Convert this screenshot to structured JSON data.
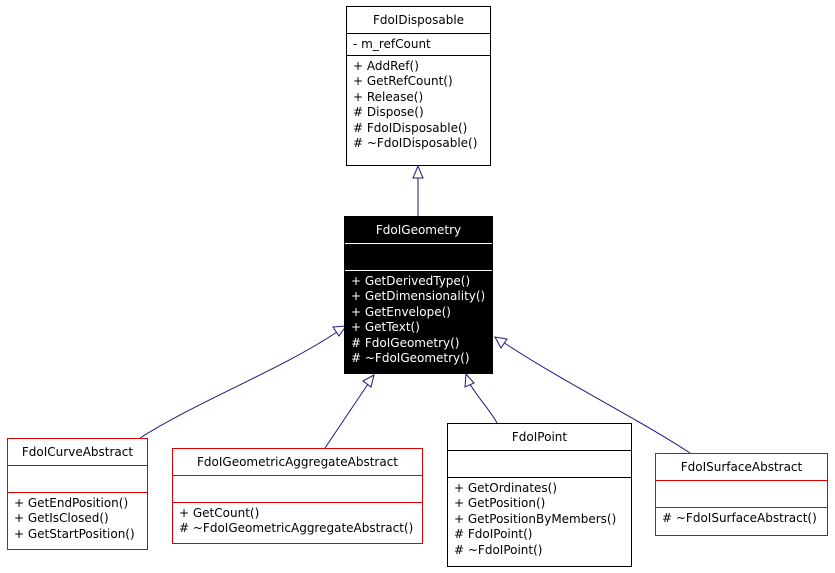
{
  "classes": {
    "disposable": {
      "name": "FdoIDisposable",
      "attributes": [
        "- m_refCount"
      ],
      "operations": [
        "+ AddRef()",
        "+ GetRefCount()",
        "+ Release()",
        "# Dispose()",
        "# FdoIDisposable()",
        "# ~FdoIDisposable()"
      ]
    },
    "geometry": {
      "name": "FdoIGeometry",
      "attributes": [],
      "operations": [
        "+ GetDerivedType()",
        "+ GetDimensionality()",
        "+ GetEnvelope()",
        "+ GetText()",
        "# FdoIGeometry()",
        "# ~FdoIGeometry()"
      ]
    },
    "curve": {
      "name": "FdoICurveAbstract",
      "attributes": [],
      "operations": [
        "+ GetEndPosition()",
        "+ GetIsClosed()",
        "+ GetStartPosition()"
      ]
    },
    "aggregate": {
      "name": "FdoIGeometricAggregateAbstract",
      "attributes": [],
      "operations": [
        "+ GetCount()",
        "# ~FdoIGeometricAggregateAbstract()"
      ]
    },
    "point": {
      "name": "FdoIPoint",
      "attributes": [],
      "operations": [
        "+ GetOrdinates()",
        "+ GetPosition()",
        "+ GetPositionByMembers()",
        "# FdoIPoint()",
        "# ~FdoIPoint()"
      ]
    },
    "surface": {
      "name": "FdoISurfaceAbstract",
      "attributes": [],
      "operations": [
        "# ~FdoISurfaceAbstract()"
      ]
    }
  }
}
